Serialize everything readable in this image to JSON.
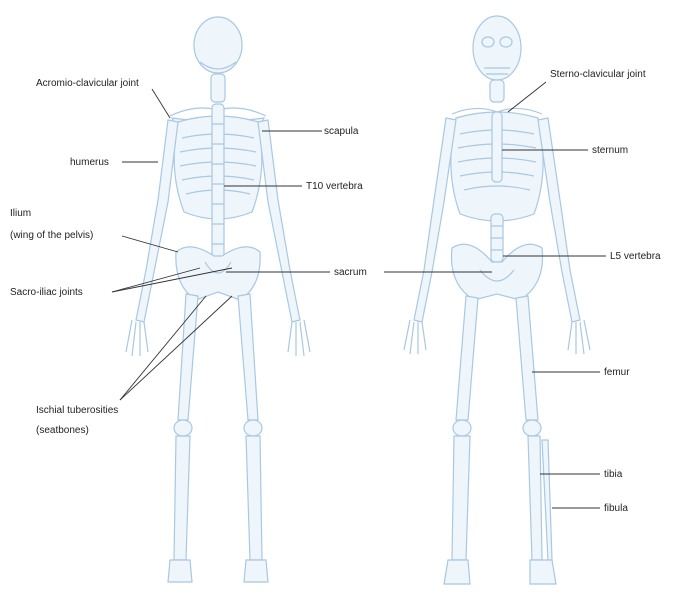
{
  "labels": {
    "acromio_clavicular": "Acromio-clavicular joint",
    "scapula": "scapula",
    "humerus": "humerus",
    "t10": "T10 vertebra",
    "ilium_1": "Ilium",
    "ilium_2": "(wing of the pelvis)",
    "sacroiliac": "Sacro-iliac joints",
    "sacrum": "sacrum",
    "ischial_1": "Ischial tuberosities",
    "ischial_2": "(seatbones)",
    "sterno_clavicular": "Sterno-clavicular joint",
    "sternum": "sternum",
    "l5": "L5 vertebra",
    "femur": "femur",
    "tibia": "tibia",
    "fibula": "fibula"
  },
  "colors": {
    "bone_fill": "#eef5fb",
    "bone_outline": "#a9c8e2",
    "label_text": "#222222",
    "leader_line": "#333333"
  }
}
